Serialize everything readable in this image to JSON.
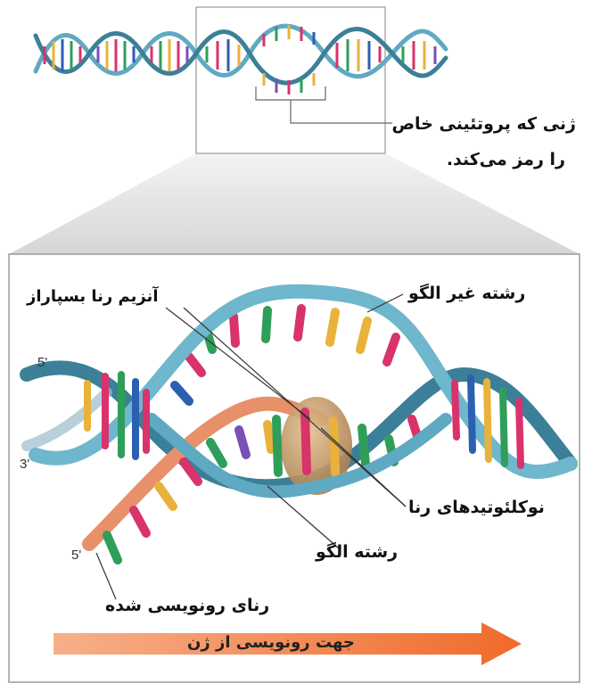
{
  "labels": {
    "gene_line1": "ژنی که پروتئینی خاص",
    "gene_line2": "را رمز می‌کند.",
    "non_template": "رشته غیر الگو",
    "polymerase": "آنزیم رنا بسپاراز",
    "nucleotides": "نوکلئوتیدهای رنا",
    "template": "رشته الگو",
    "transcript": "رنای رونویسی شده",
    "direction": "جهت رونویسی از ژن"
  },
  "ends": {
    "top_left": "5'",
    "left_mid": "3'",
    "bottom_left": "5'"
  },
  "colors": {
    "strand_blue": "#5fa9c2",
    "strand_dark": "#3c7f98",
    "rna_strand": "#e8906a",
    "arrow": "#f07a3c",
    "enzyme": "#c9a070",
    "base_red": "#d9336b",
    "base_blue": "#2b5fb0",
    "base_green": "#2f9e5a",
    "base_yellow": "#e9b23a",
    "base_purple": "#7a4fb8"
  }
}
